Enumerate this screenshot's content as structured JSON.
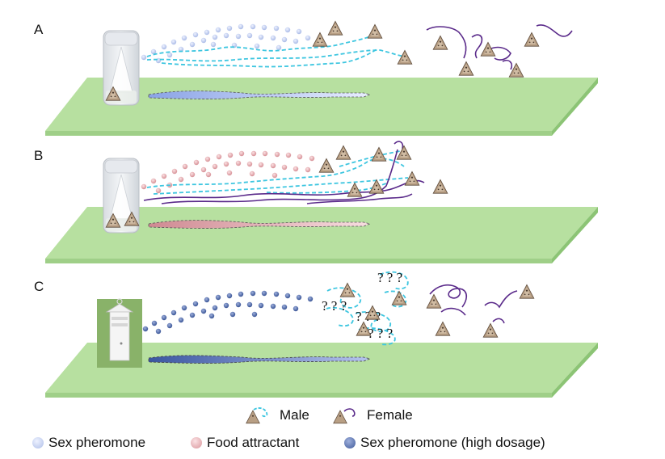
{
  "panels": [
    {
      "label": "A",
      "stream": "sex_pheromone",
      "trap": "cylinder"
    },
    {
      "label": "B",
      "stream": "food_attractant",
      "trap": "cylinder"
    },
    {
      "label": "C",
      "stream": "sex_pheromone_high",
      "trap": "box"
    }
  ],
  "question_mark_text": "? ? ?",
  "legend": {
    "male": "Male",
    "female": "Female",
    "sex_pheromone": "Sex pheromone",
    "food_attractant": "Food attractant",
    "sex_pheromone_high": "Sex pheromone (high dosage)"
  },
  "colors": {
    "platform_top": "#b7e0a0",
    "platform_edge": "#8cc475",
    "sex_pheromone": "#c7d3f5",
    "food_attractant": "#e8b4b8",
    "sex_pheromone_high": "#5e77b8",
    "male_path": "#3ec6e0",
    "female_path": "#5a2a8a",
    "moth": "#b89f84"
  },
  "icons": {
    "moth": "moth-icon",
    "trap": "trap-icon",
    "box_trap": "box-trap-icon"
  }
}
